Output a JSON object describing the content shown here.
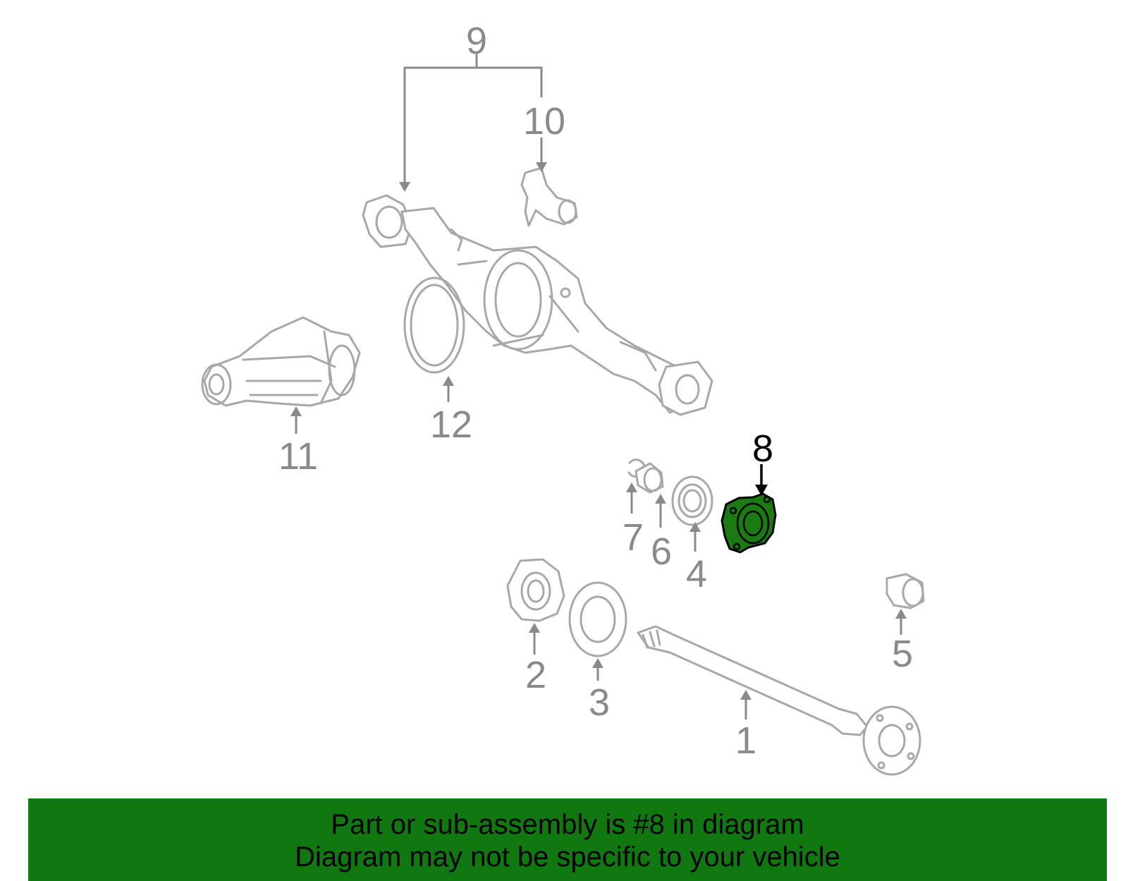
{
  "callouts": {
    "c1": "1",
    "c2": "2",
    "c3": "3",
    "c4": "4",
    "c5": "5",
    "c6": "6",
    "c7": "7",
    "c8": "8",
    "c9": "9",
    "c10": "10",
    "c11": "11",
    "c12": "12"
  },
  "highlighted_part": "8",
  "colors": {
    "highlight": "#1b7a12",
    "banner": "#117711",
    "line_art": "#a8a8a8"
  },
  "banner": {
    "line1": "Part or sub-assembly is #8 in diagram",
    "line2": "Diagram may not be specific to your vehicle"
  }
}
